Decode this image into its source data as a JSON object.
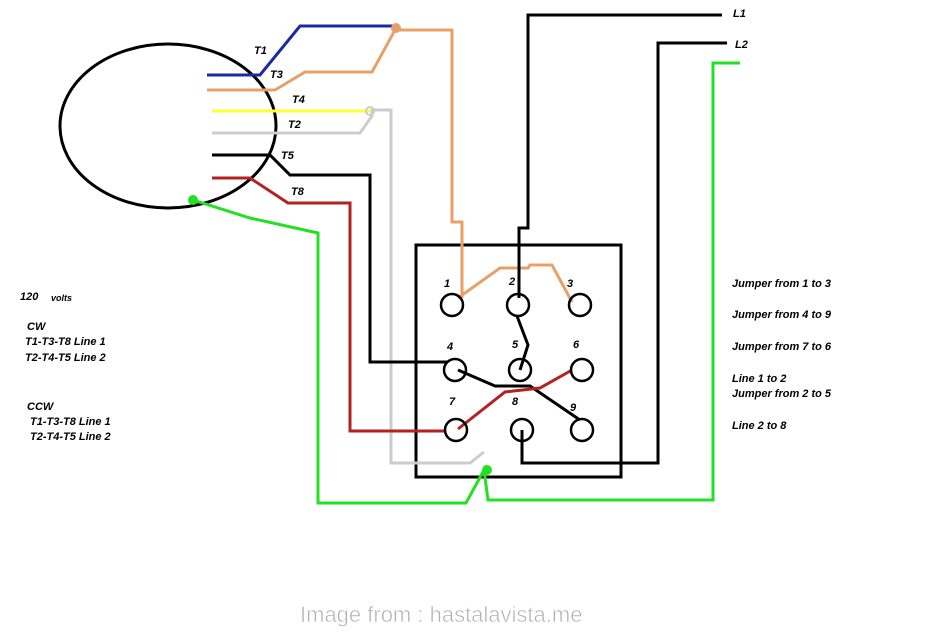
{
  "colors": {
    "blue": "#1a2aa6",
    "orange": "#e8a06a",
    "yellow": "#ffff33",
    "gray": "#cccccc",
    "black": "#000000",
    "red": "#b22222",
    "green": "#22e022"
  },
  "wires": {
    "t1": "T1",
    "t3": "T3",
    "t4": "T4",
    "t2": "T2",
    "t5": "T5",
    "t8": "T8",
    "l1": "L1",
    "l2": "L2"
  },
  "terminals": [
    "1",
    "2",
    "3",
    "4",
    "5",
    "6",
    "7",
    "8",
    "9"
  ],
  "left_notes": {
    "voltage": "120",
    "voltage_unit": "volts",
    "cw_title": "CW",
    "cw_line1": "T1-T3-T8  Line 1",
    "cw_line2": "T2-T4-T5  Line 2",
    "ccw_title": "CCW",
    "ccw_line1": "T1-T3-T8  Line 1",
    "ccw_line2": "T2-T4-T5  Line 2"
  },
  "right_notes": [
    "Jumper from 1 to 3",
    "Jumper from 4 to 9",
    "Jumper from 7 to 6",
    "Line 1 to 2",
    "Jumper from 2 to 5",
    "Line 2 to 8"
  ],
  "credit": "Image from : hastalavista.me"
}
